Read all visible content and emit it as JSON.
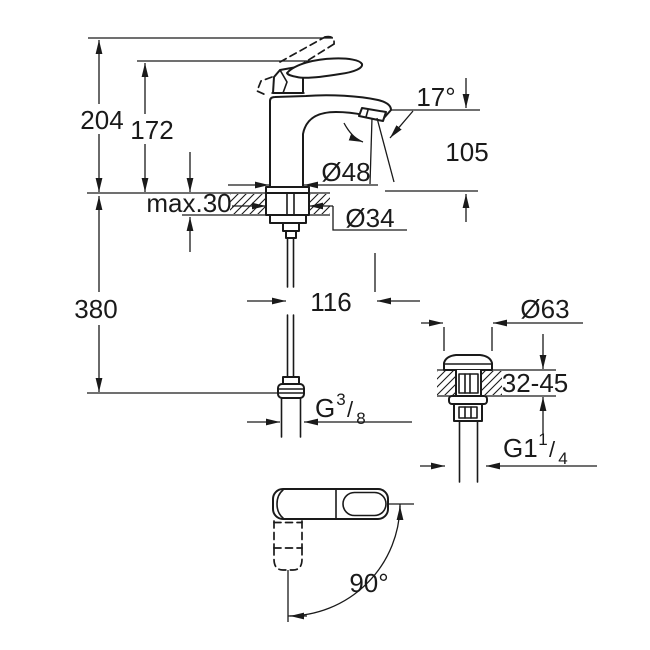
{
  "drawing": {
    "colors": {
      "line": "#1a1a1a",
      "background": "#ffffff"
    },
    "dimensions": {
      "overall_height": "204",
      "handle_height": "172",
      "deck_thickness_max": "max.30",
      "hose_length": "380",
      "body_diameter": "Ø48",
      "mounting_hole_diameter": "Ø34",
      "spout_angle": "17°",
      "spout_outlet_height": "105",
      "spout_projection": "116",
      "waste_flange_diameter": "Ø63",
      "waste_deck_thickness_range": "32-45",
      "handle_rotation": "90°",
      "supply_thread": {
        "base": "G",
        "numerator": "3",
        "divider": "/",
        "denominator": "8"
      },
      "waste_thread": {
        "base": "G1",
        "numerator": "1",
        "divider": "/",
        "denominator": "4"
      }
    }
  }
}
